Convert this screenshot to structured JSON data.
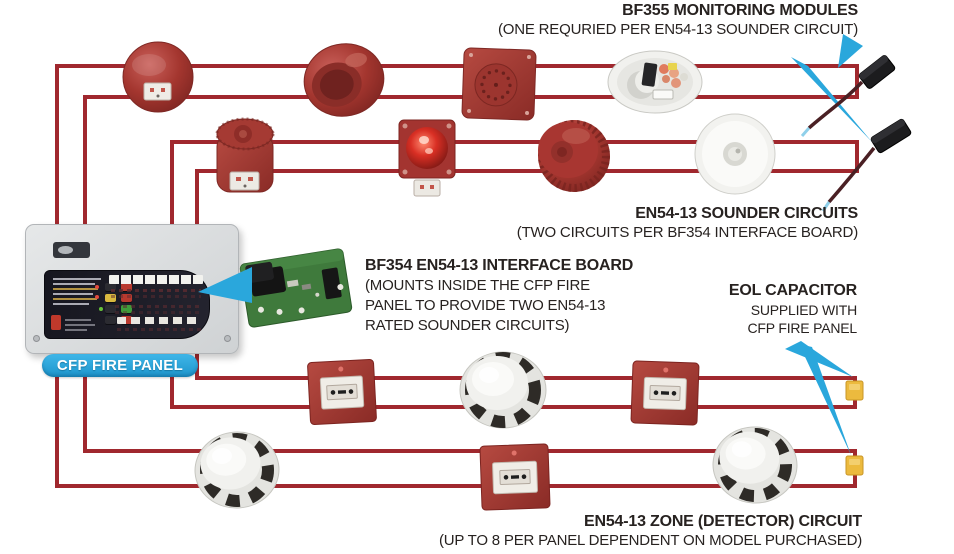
{
  "diagram": {
    "annotations": {
      "bf355": {
        "title": "BF355 MONITORING MODULES",
        "subtitle": "(ONE REQURIED PER EN54-13 SOUNDER CIRCUIT)"
      },
      "sounder_circuits": {
        "title": "EN54-13 SOUNDER CIRCUITS",
        "subtitle": "(TWO CIRCUITS PER BF354 INTERFACE BOARD)"
      },
      "bf354": {
        "title": "BF354 EN54-13 INTERFACE BOARD",
        "line1": "(MOUNTS INSIDE THE CFP FIRE",
        "line2": "PANEL TO PROVIDE TWO EN54-13",
        "line3": "RATED SOUNDER CIRCUITS)"
      },
      "eol": {
        "title": "EOL CAPACITOR",
        "line1": "SUPPLIED WITH",
        "line2": "CFP FIRE PANEL"
      },
      "zone": {
        "title": "EN54-13 ZONE (DETECTOR) CIRCUIT",
        "subtitle": "(UP TO 8 PER PANEL DEPENDENT ON MODEL PURCHASED)"
      }
    },
    "panel_badge": "CFP FIRE PANEL",
    "colors": {
      "wire_red": "#a0282e",
      "arrow_blue": "#2aa7dc",
      "badge_blue": "#29a5da",
      "device_red": "#a83530",
      "eol_yellow": "#ecba3e",
      "text": "#272220"
    },
    "components": {
      "sounder_circuit_1": [
        "red-disc-sounder",
        "red-horn-sounder",
        "red-square-sounder",
        "bf355-monitoring-module"
      ],
      "sounder_circuit_2": [
        "red-sounder-beacon",
        "red-square-beacon",
        "red-cone-sounder",
        "white-sounder-base"
      ],
      "zone_circuit_1": [
        "manual-call-point",
        "smoke-detector",
        "manual-call-point",
        "eol-capacitor"
      ],
      "zone_circuit_2": [
        "smoke-detector",
        "manual-call-point",
        "smoke-detector",
        "eol-capacitor"
      ]
    }
  }
}
